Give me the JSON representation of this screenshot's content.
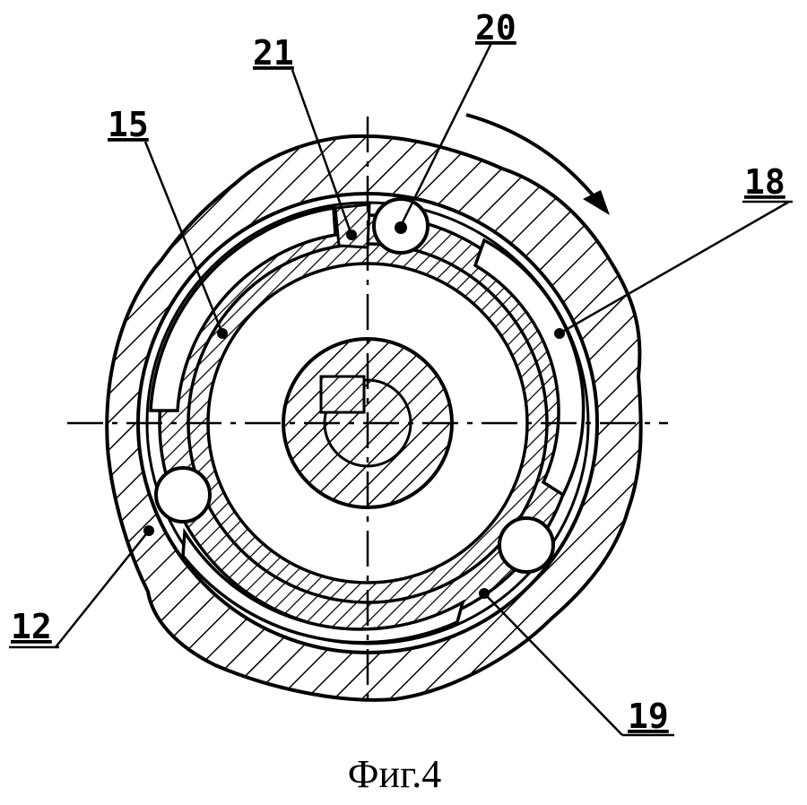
{
  "figure": {
    "caption": "Фиг.4",
    "labels": {
      "l12": "12",
      "l15": "15",
      "l18": "18",
      "l19": "19",
      "l20": "20",
      "l21": "21"
    }
  }
}
